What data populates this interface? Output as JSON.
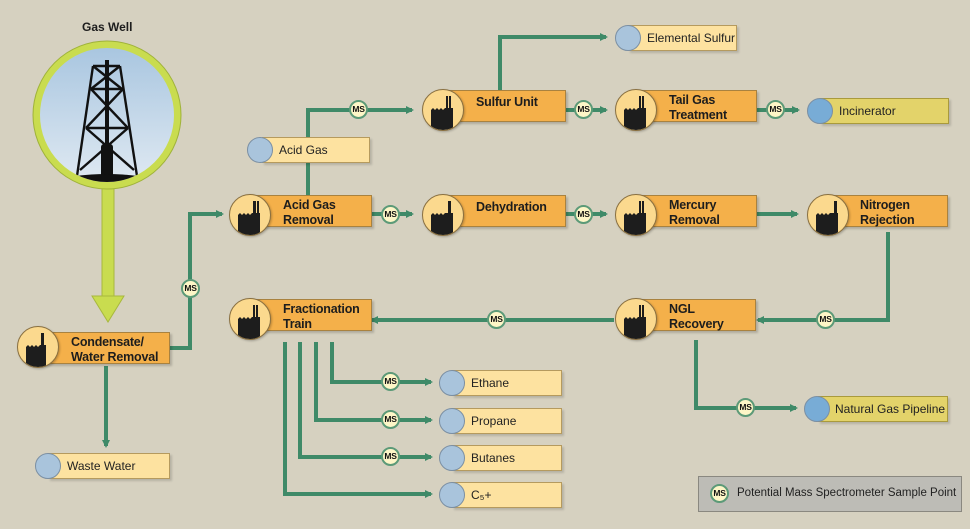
{
  "diagram": {
    "title": "Gas Well",
    "colors": {
      "background": "#d6d1c0",
      "flow_line": "#3f8a68",
      "well_line": "#c9dc4f",
      "process_box": "#f4b04a",
      "product_box": "#fde2a0",
      "final_product_box": "#e3d36a",
      "ms_point": "#fdf6c7"
    },
    "processes": [
      {
        "id": "condensate",
        "label_1": "Condensate/",
        "label_2": "Water Removal"
      },
      {
        "id": "acid_gas_removal",
        "label_1": "Acid Gas",
        "label_2": "Removal"
      },
      {
        "id": "sulfur_unit",
        "label_1": "Sulfur Unit",
        "label_2": ""
      },
      {
        "id": "tail_gas",
        "label_1": "Tail Gas",
        "label_2": "Treatment"
      },
      {
        "id": "dehydration",
        "label_1": "Dehydration",
        "label_2": ""
      },
      {
        "id": "mercury",
        "label_1": "Mercury",
        "label_2": "Removal"
      },
      {
        "id": "nitrogen",
        "label_1": "Nitrogen",
        "label_2": "Rejection"
      },
      {
        "id": "ngl",
        "label_1": "NGL",
        "label_2": "Recovery"
      },
      {
        "id": "fractionation",
        "label_1": "Fractionation",
        "label_2": "Train"
      }
    ],
    "products": [
      {
        "id": "waste_water",
        "label": "Waste Water"
      },
      {
        "id": "acid_gas",
        "label": "Acid Gas"
      },
      {
        "id": "elemental_sulfur",
        "label": "Elemental Sulfur"
      },
      {
        "id": "incinerator",
        "label": "Incinerator"
      },
      {
        "id": "natural_gas_pipeline",
        "label": "Natural Gas Pipeline"
      },
      {
        "id": "ethane",
        "label": "Ethane"
      },
      {
        "id": "propane",
        "label": "Propane"
      },
      {
        "id": "butanes",
        "label": "Butanes"
      },
      {
        "id": "c5plus",
        "label": "C₅+"
      }
    ],
    "ms_label": "MS",
    "legend": {
      "symbol": "MS",
      "label": "Potential Mass Spectrometer Sample Point"
    }
  }
}
